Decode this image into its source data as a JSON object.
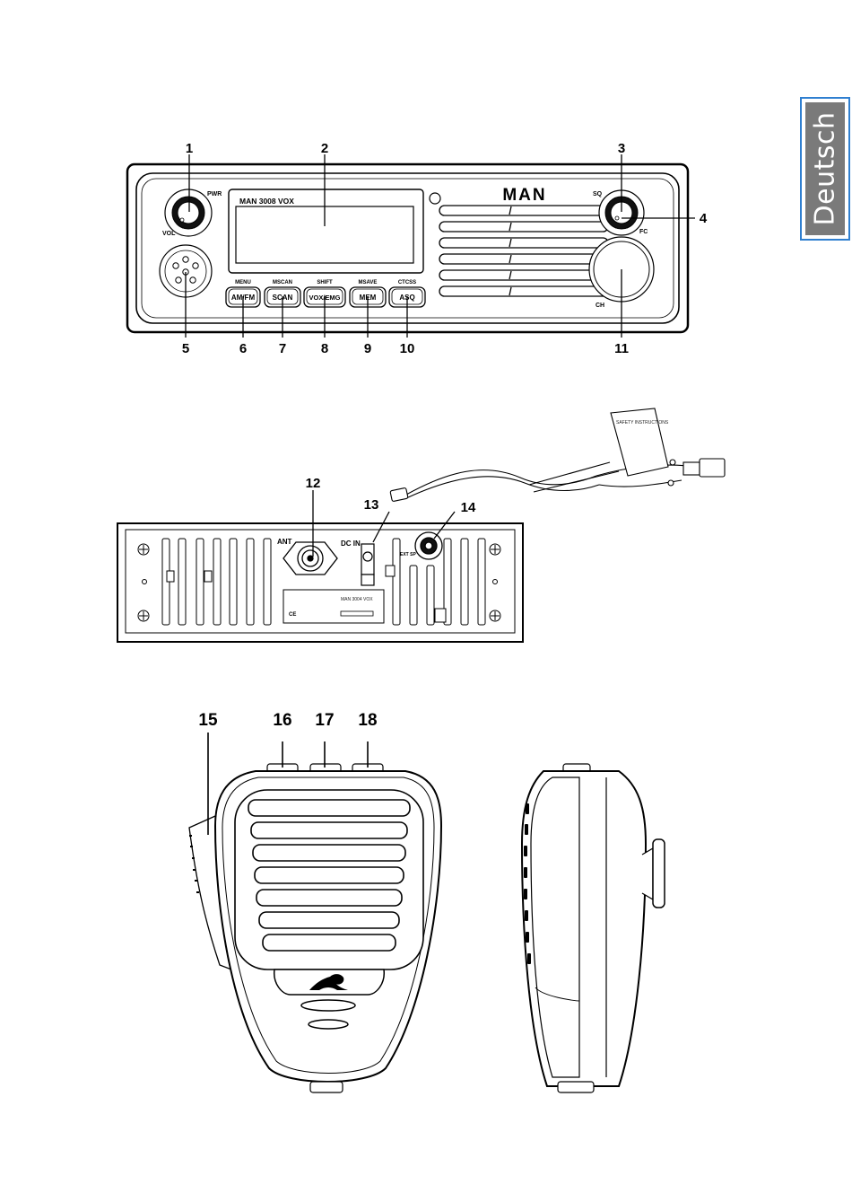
{
  "side_tab": {
    "label": "Deutsch"
  },
  "front_panel": {
    "brand": "MAN",
    "display_model": "MAN 3008 VOX",
    "knob_labels": {
      "pwr": "PWR",
      "vol": "VOL",
      "sq": "SQ",
      "fc": "FC",
      "ch": "CH"
    },
    "buttons": [
      {
        "label": "AM/FM",
        "sub": "MENU"
      },
      {
        "label": "SCAN",
        "sub": "MSCAN"
      },
      {
        "label": "VOX/EMG",
        "sub": "SHIFT"
      },
      {
        "label": "MEM",
        "sub": "MSAVE"
      },
      {
        "label": "ASQ",
        "sub": "CTCSS"
      }
    ],
    "callouts": [
      "1",
      "2",
      "3",
      "4",
      "5",
      "6",
      "7",
      "8",
      "9",
      "10",
      "11"
    ]
  },
  "rear_panel": {
    "ant_label": "ANT",
    "dc_label": "DC IN",
    "ext_label": "EXT SP",
    "sticker_model": "MAN 3004 VOX",
    "ce_mark": "CE",
    "cable_tag": "SAFETY INSTRUCTIONS",
    "callouts": [
      "12",
      "13",
      "14"
    ]
  },
  "microphone": {
    "callouts": [
      "15",
      "16",
      "17",
      "18"
    ]
  }
}
